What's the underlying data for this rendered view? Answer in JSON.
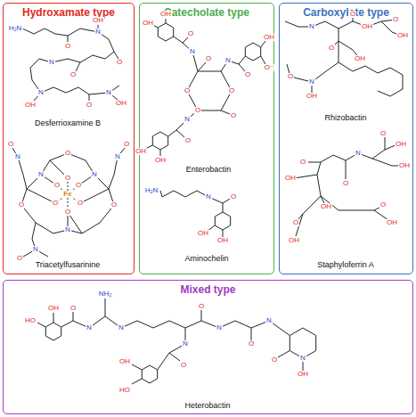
{
  "diagram": {
    "nodes": [
      {
        "text": [
          "Hydroxamate type"
        ]
      },
      {
        "text": [
          "Catecholate type"
        ]
      },
      {
        "text": [
          "Carboxylate type"
        ]
      },
      {
        "text": [
          "Mixed type"
        ]
      }
    ],
    "labels": [
      "H₂N",
      "O",
      "N",
      "OH",
      "O",
      "N",
      "O",
      "N",
      "OH",
      "O",
      "N",
      "OH",
      "Desferrioxamine B",
      "Fe",
      "O",
      "O",
      "O",
      "O",
      "O",
      "O",
      "N",
      "N",
      "N",
      "O",
      "O",
      "O",
      "N",
      "O",
      "N",
      "O",
      "N",
      "O",
      "Triacetylfusarinine",
      "OH",
      "OH",
      "N",
      "O",
      "OH",
      "O⁻",
      "N",
      "O",
      "OH",
      "OH",
      "N",
      "O",
      "O",
      "O",
      "O",
      "O",
      "O",
      "Enterobactin",
      "H₂N",
      "N",
      "O",
      "OH",
      "OH",
      "Aminochelin",
      "N",
      "O",
      "OH",
      "O",
      "OH",
      "O",
      "OH",
      "N",
      "O",
      "OH",
      "Rhizobactin",
      "O",
      "OH",
      "N",
      "OH",
      "O",
      "OH",
      "O",
      "OH",
      "O",
      "OH",
      "O",
      "OH",
      "Staphyloferrin A",
      "OH",
      "HO",
      "O",
      "N",
      "NH₂",
      "N",
      "O",
      "N",
      "O",
      "N",
      "O",
      "N",
      "OH",
      "N",
      "O",
      "OH",
      "HO",
      "Heterobactin"
    ]
  }
}
